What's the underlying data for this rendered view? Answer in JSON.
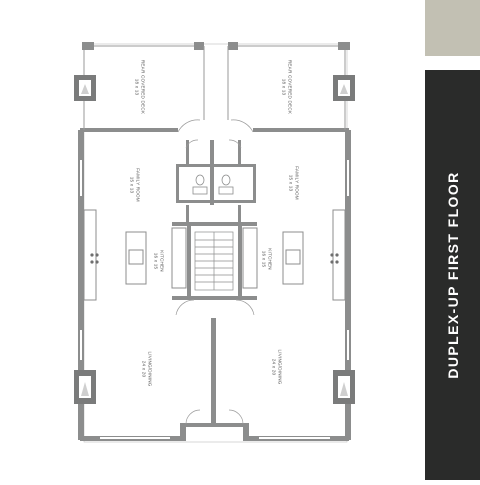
{
  "title": "DUPLEX-UP FIRST FLOOR",
  "colors": {
    "panel": "#2a2b2a",
    "swatch": "#c2c0b3",
    "wall": "#8c8d8d",
    "line": "#b9b9b9",
    "title_text": "#ffffff"
  },
  "rooms": [
    {
      "name": "REAR COVERED DECK",
      "size": "18 x 13"
    },
    {
      "name": "REAR COVERED DECK",
      "size": "18 x 13"
    },
    {
      "name": "FAMILY ROOM",
      "size": "15 x 13"
    },
    {
      "name": "FAMILY ROOM",
      "size": "15 x 13"
    },
    {
      "name": "KITCHEN",
      "size": "16 x 15"
    },
    {
      "name": "KITCHEN",
      "size": "16 x 15"
    },
    {
      "name": "LIVING/DINING",
      "size": "24 x 20"
    },
    {
      "name": "LIVING/DINING",
      "size": "24 x 20"
    }
  ]
}
